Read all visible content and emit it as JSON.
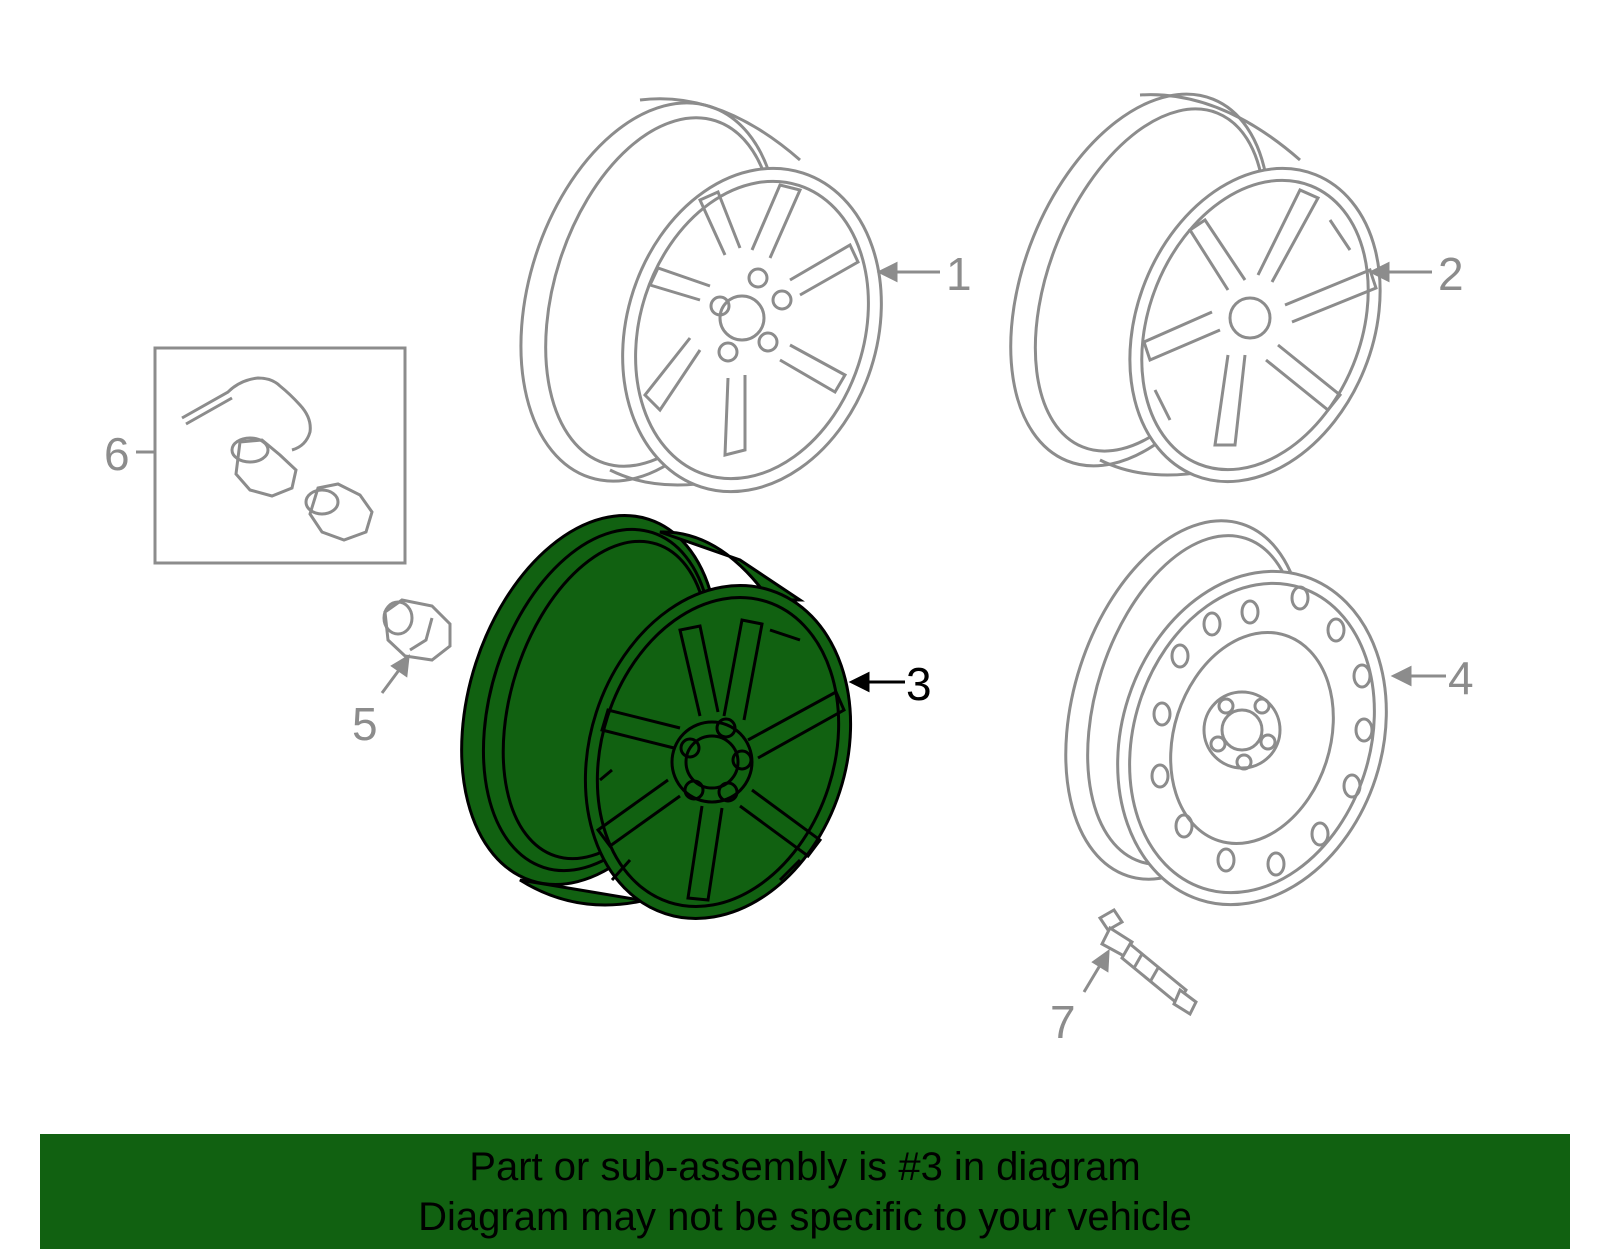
{
  "colors": {
    "highlight_fill": "#116111",
    "outline_muted": "#8c8c8c",
    "outline_active": "#000000",
    "background": "#ffffff"
  },
  "callouts": {
    "c1": "1",
    "c2": "2",
    "c3": "3",
    "c4": "4",
    "c5": "5",
    "c6": "6",
    "c7": "7"
  },
  "highlighted_part": "3",
  "banner": {
    "line1": "Part or sub-assembly is #3 in diagram",
    "line2": "Diagram may not be specific to your vehicle"
  }
}
